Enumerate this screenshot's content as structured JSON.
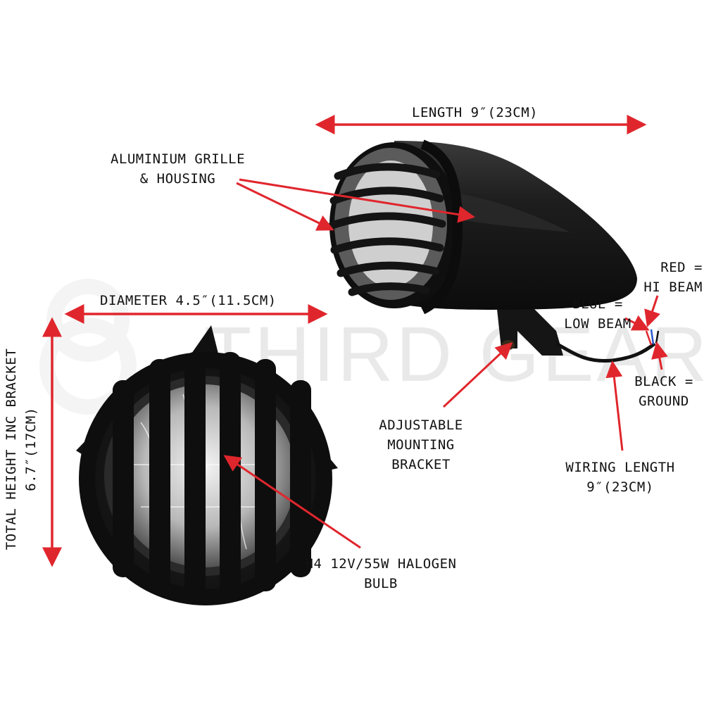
{
  "watermark": {
    "text": "THIRD GEAR",
    "color": "#e9e9e9"
  },
  "colors": {
    "arrow": "#e0262d",
    "lamp_body": "#161616",
    "text": "#111111",
    "wire_red": "#e0262d",
    "wire_blue": "#2b55c9",
    "wire_black": "#111111"
  },
  "labels": {
    "length": "LENGTH 9″(23CM)",
    "grille_line1": "ALUMINIUM GRILLE",
    "grille_line2": "& HOUSING",
    "diameter": "DIAMETER 4.5″(11.5CM)",
    "height_line1": "TOTAL HEIGHT INC BRACKET",
    "height_line2": "6.7″(17CM)",
    "red_line1": "RED =",
    "red_line2": "HI BEAM",
    "blue_line1": "BLUE =",
    "blue_line2": "LOW BEAM",
    "black_line1": "BLACK =",
    "black_line2": "GROUND",
    "bracket_line1": "ADJUSTABLE",
    "bracket_line2": "MOUNTING",
    "bracket_line3": "BRACKET",
    "wiring_line1": "WIRING LENGTH",
    "wiring_line2": "9″(23CM)",
    "bulb_line1": "H4 12V/55W HALOGEN",
    "bulb_line2": "BULB"
  }
}
